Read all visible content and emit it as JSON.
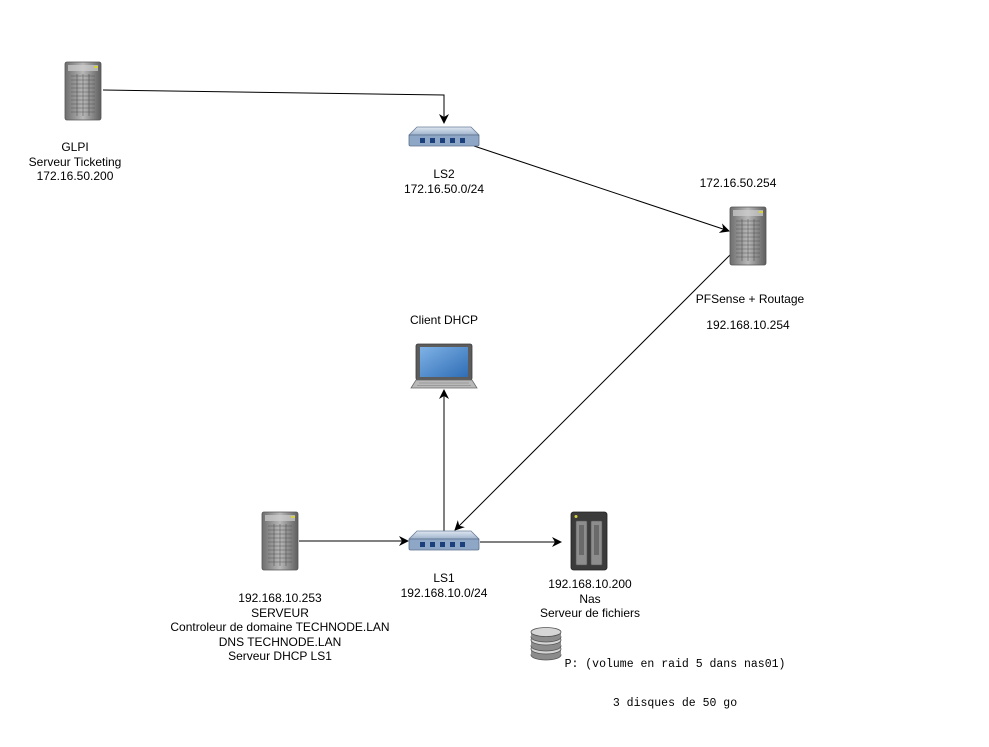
{
  "nodes": {
    "glpi": {
      "lines": [
        "GLPI",
        "Serveur Ticketing",
        "172.16.50.200"
      ]
    },
    "ls2": {
      "lines": [
        "LS2",
        "172.16.50.0/24"
      ]
    },
    "pfsense": {
      "ip_top": "172.16.50.254",
      "name": "PFSense + Routage",
      "ip_bottom": "192.168.10.254"
    },
    "client": {
      "label": "Client DHCP"
    },
    "ls1": {
      "lines": [
        "LS1",
        "192.168.10.0/24"
      ]
    },
    "server": {
      "lines": [
        "192.168.10.253",
        "SERVEUR",
        "Controleur de domaine TECHNODE.LAN",
        "DNS TECHNODE.LAN",
        "Serveur DHCP LS1"
      ]
    },
    "nas": {
      "lines": [
        "192.168.10.200",
        "Nas",
        "Serveur de fichiers"
      ]
    },
    "storage": {
      "lines": [
        "P: (volume en raid 5 dans nas01)",
        "3 disques de 50 go"
      ]
    }
  },
  "colors": {
    "edge": "#000000",
    "server_body": "#9a9a9a",
    "switch_body": "#7f9cc0",
    "laptop_screen": "#3a78c2",
    "db_fill": "#8c8c8c"
  },
  "icons": [
    "server-icon",
    "switch-icon",
    "laptop-icon",
    "nas-icon",
    "database-icon"
  ]
}
